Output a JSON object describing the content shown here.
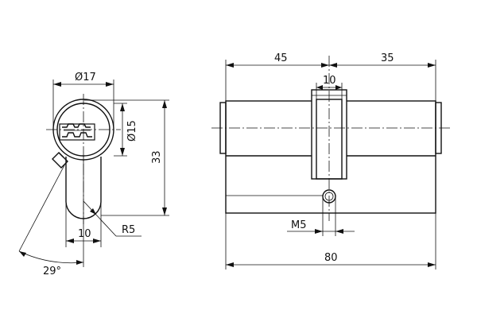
{
  "dimensions": {
    "front_outer_diameter": "Ø17",
    "front_inner_diameter": "Ø15",
    "front_height": "33",
    "front_lower_width": "10",
    "front_radius": "R5",
    "cam_angle": "29°",
    "side_left_length": "45",
    "side_right_length": "35",
    "side_cam_width": "10",
    "side_screw": "M5",
    "side_total_length": "80"
  },
  "colors": {
    "line": "#111111",
    "background": "#ffffff"
  }
}
